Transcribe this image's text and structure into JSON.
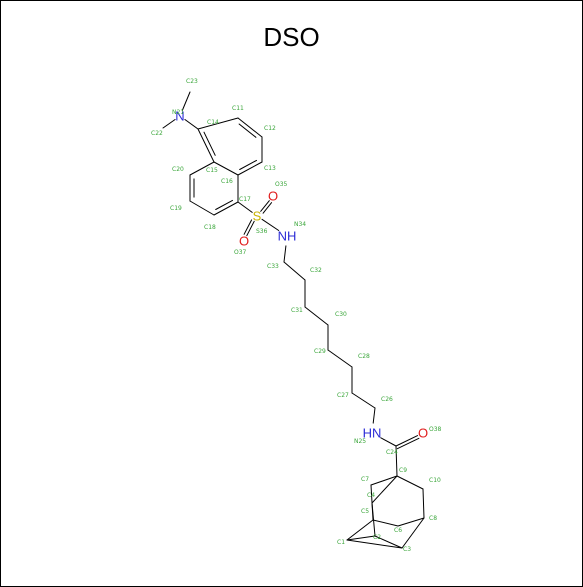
{
  "figure": {
    "title": "DSO"
  },
  "colors": {
    "atom_label": "#3aa63a",
    "nitrogen": "#2b2bd6",
    "oxygen": "#e01b1b",
    "sulfur": "#c8b400",
    "bond": "#000000"
  },
  "heteroatoms": [
    {
      "id": "N21",
      "symbol": "N",
      "element": "N"
    },
    {
      "id": "S",
      "symbol": "S",
      "element": "S"
    },
    {
      "id": "O35",
      "symbol": "O",
      "element": "O"
    },
    {
      "id": "O37",
      "symbol": "O",
      "element": "O"
    },
    {
      "id": "N34",
      "symbol": "NH",
      "element": "N"
    },
    {
      "id": "N25",
      "symbol": "HN",
      "element": "N"
    },
    {
      "id": "O38",
      "symbol": "O",
      "element": "O"
    }
  ],
  "atom_labels": [
    "C23",
    "N21",
    "C22",
    "C14",
    "C11",
    "C12",
    "C13",
    "C20",
    "C15",
    "C16",
    "O35",
    "C17",
    "C19",
    "C18",
    "S36",
    "N34",
    "O37",
    "C33",
    "C32",
    "C31",
    "C30",
    "C29",
    "C28",
    "C27",
    "C26",
    "N25",
    "O38",
    "C24",
    "C9",
    "C7",
    "C10",
    "C4",
    "C5",
    "C8",
    "C6",
    "C1",
    "C2",
    "C3"
  ]
}
